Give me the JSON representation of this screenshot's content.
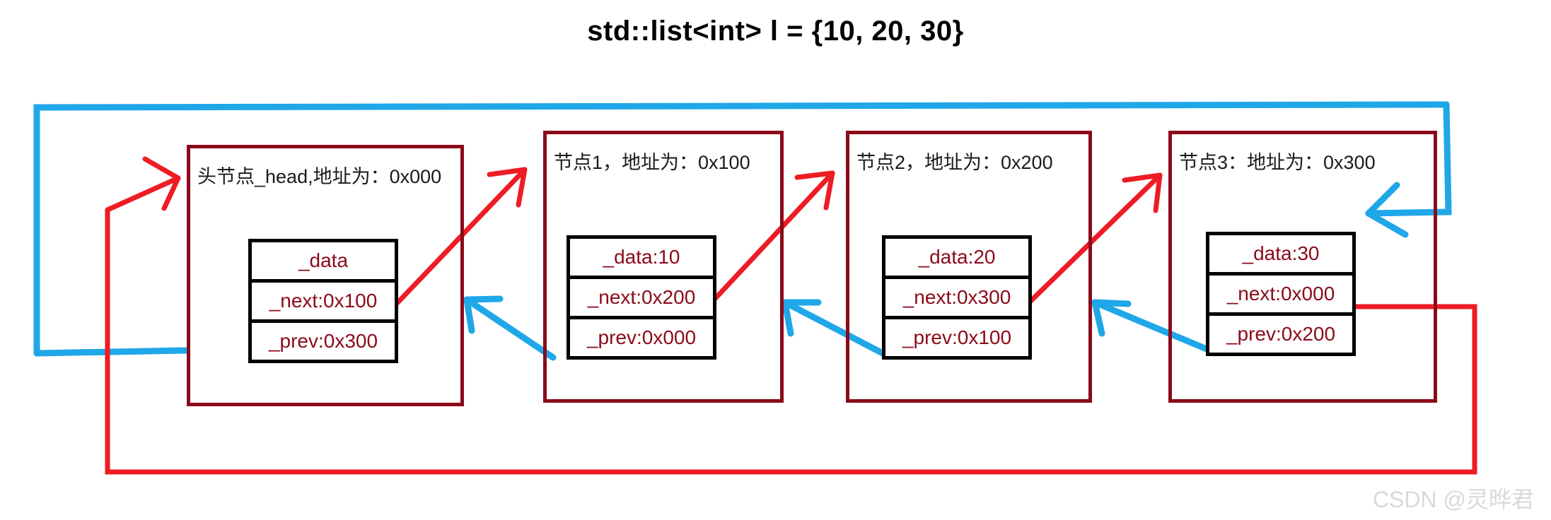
{
  "title": "std::list<int> l = {10, 20, 30}",
  "watermark": "CSDN @灵晔君",
  "colors": {
    "node_border": "#8b0a1a",
    "field_border": "#000000",
    "field_text": "#8b0a1a",
    "header_text": "#1a1a1a",
    "next_arrow": "#ee1c25",
    "prev_arrow": "#1fa7e8",
    "watermark": "#d9d9d9",
    "background": "#ffffff"
  },
  "nodes": [
    {
      "id": "head",
      "header": "头节点_head,地址为：0x000",
      "address": "0x000",
      "fields": [
        {
          "name": "_data",
          "label": "_data"
        },
        {
          "name": "_next",
          "label": "_next:0x100"
        },
        {
          "name": "_prev",
          "label": "_prev:0x300"
        }
      ]
    },
    {
      "id": "node1",
      "header": "节点1，地址为：0x100",
      "address": "0x100",
      "fields": [
        {
          "name": "_data",
          "label": "_data:10"
        },
        {
          "name": "_next",
          "label": "_next:0x200"
        },
        {
          "name": "_prev",
          "label": "_prev:0x000"
        }
      ]
    },
    {
      "id": "node2",
      "header": "节点2，地址为：0x200",
      "address": "0x200",
      "fields": [
        {
          "name": "_data",
          "label": "_data:20"
        },
        {
          "name": "_next",
          "label": "_next:0x300"
        },
        {
          "name": "_prev",
          "label": "_prev:0x100"
        }
      ]
    },
    {
      "id": "node3",
      "header": "节点3：地址为：0x300",
      "address": "0x300",
      "fields": [
        {
          "name": "_data",
          "label": "_data:30"
        },
        {
          "name": "_next",
          "label": "_next:0x000"
        },
        {
          "name": "_prev",
          "label": "_prev:0x200"
        }
      ]
    }
  ],
  "links": {
    "next": [
      {
        "from": "head._next",
        "to": "node1",
        "value": "0x100"
      },
      {
        "from": "node1._next",
        "to": "node2",
        "value": "0x200"
      },
      {
        "from": "node2._next",
        "to": "node3",
        "value": "0x300"
      },
      {
        "from": "node3._next",
        "to": "head",
        "value": "0x000"
      }
    ],
    "prev": [
      {
        "from": "node1._prev",
        "to": "head",
        "value": "0x000"
      },
      {
        "from": "node2._prev",
        "to": "node1",
        "value": "0x100"
      },
      {
        "from": "node3._prev",
        "to": "node2",
        "value": "0x200"
      },
      {
        "from": "head._prev",
        "to": "node3",
        "value": "0x300"
      }
    ]
  }
}
